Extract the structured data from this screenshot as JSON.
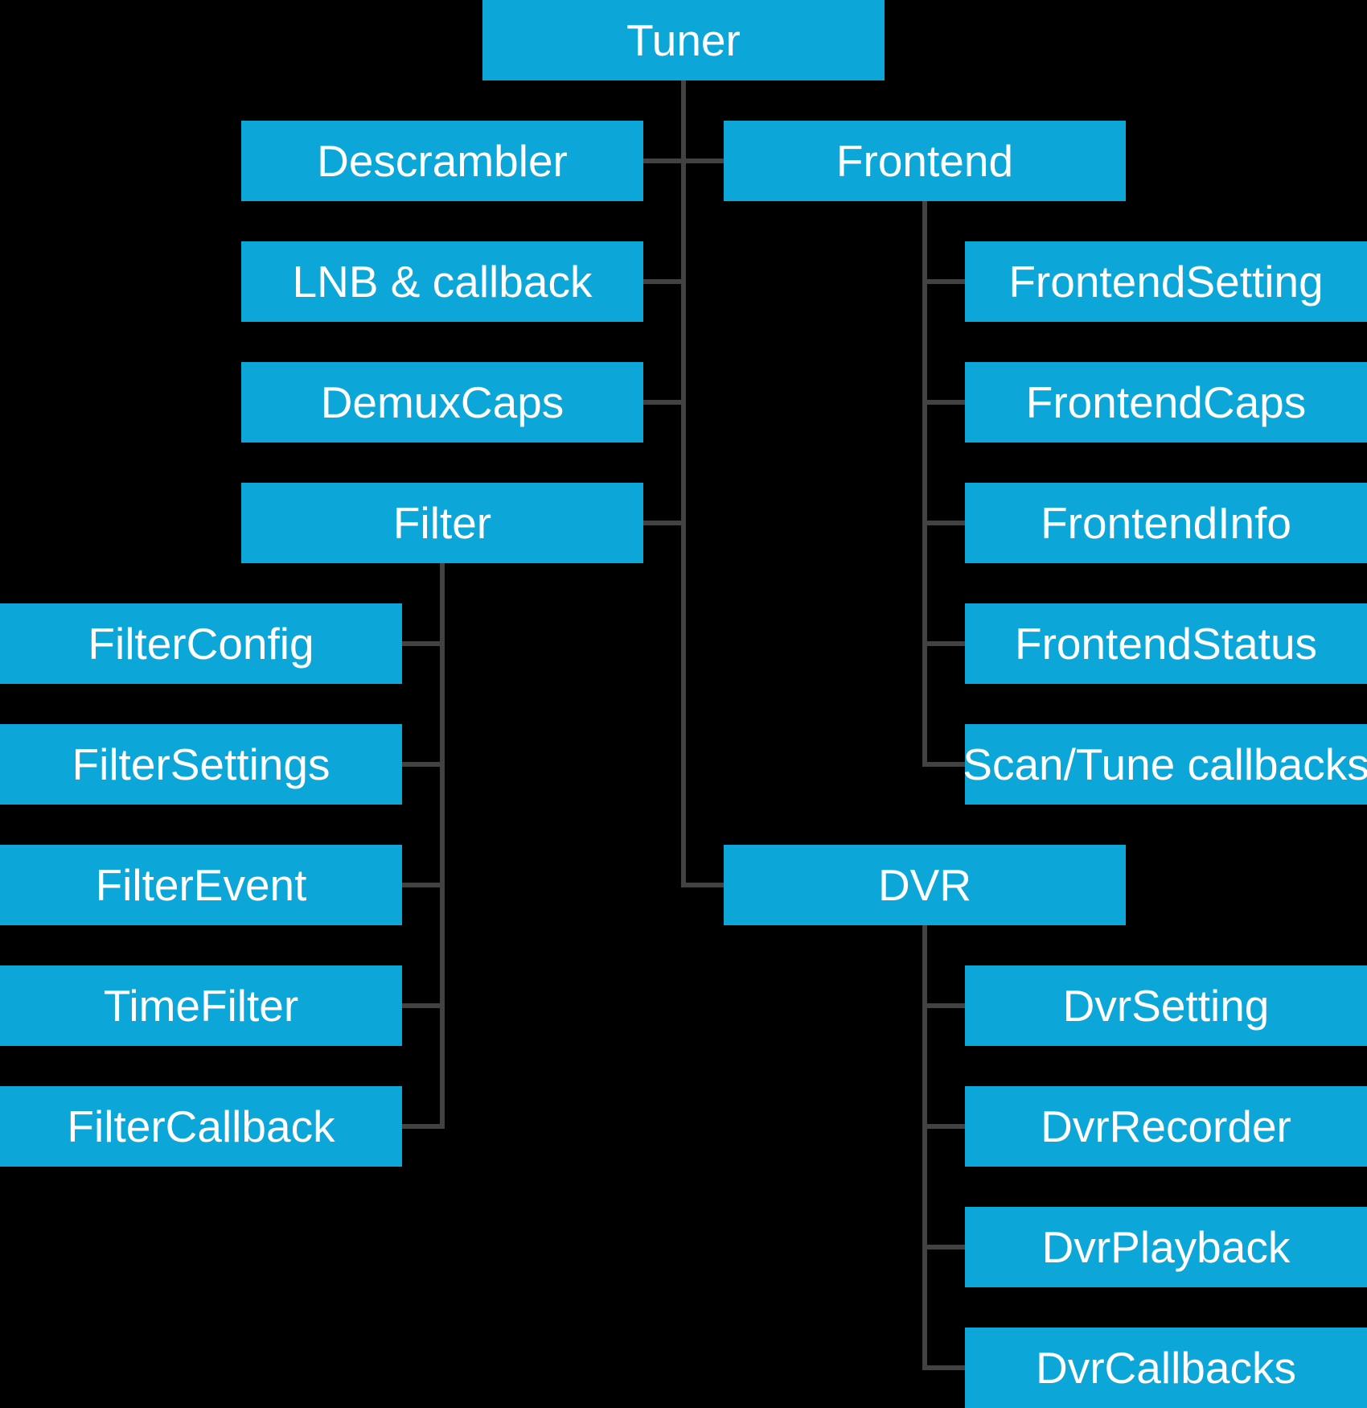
{
  "diagram": {
    "type": "tree",
    "colors": {
      "background": "#000000",
      "box_fill": "#0da6d8",
      "box_text": "#ffffff",
      "connector": "#424242"
    },
    "nodes": [
      {
        "id": "tuner",
        "label": "Tuner",
        "row": 0,
        "col": "center"
      },
      {
        "id": "descrambler",
        "label": "Descrambler",
        "row": 1,
        "col": "left2"
      },
      {
        "id": "frontend",
        "label": "Frontend",
        "row": 1,
        "col": "right2"
      },
      {
        "id": "lnb_callback",
        "label": "LNB & callback",
        "row": 2,
        "col": "left2"
      },
      {
        "id": "frontend_setting",
        "label": "FrontendSetting",
        "row": 2,
        "col": "right1"
      },
      {
        "id": "demux_caps",
        "label": "DemuxCaps",
        "row": 3,
        "col": "left2"
      },
      {
        "id": "frontend_caps",
        "label": "FrontendCaps",
        "row": 3,
        "col": "right1"
      },
      {
        "id": "filter",
        "label": "Filter",
        "row": 4,
        "col": "left2"
      },
      {
        "id": "frontend_info",
        "label": "FrontendInfo",
        "row": 4,
        "col": "right1"
      },
      {
        "id": "filter_config",
        "label": "FilterConfig",
        "row": 5,
        "col": "left1"
      },
      {
        "id": "frontend_status",
        "label": "FrontendStatus",
        "row": 5,
        "col": "right1"
      },
      {
        "id": "filter_settings",
        "label": "FilterSettings",
        "row": 6,
        "col": "left1"
      },
      {
        "id": "scan_tune_callbacks",
        "label": "Scan/Tune callbacks",
        "row": 6,
        "col": "right1"
      },
      {
        "id": "filter_event",
        "label": "FilterEvent",
        "row": 7,
        "col": "left1"
      },
      {
        "id": "dvr",
        "label": "DVR",
        "row": 7,
        "col": "right2"
      },
      {
        "id": "time_filter",
        "label": "TimeFilter",
        "row": 8,
        "col": "left1"
      },
      {
        "id": "dvr_setting",
        "label": "DvrSetting",
        "row": 8,
        "col": "right1"
      },
      {
        "id": "filter_callback",
        "label": "FilterCallback",
        "row": 9,
        "col": "left1"
      },
      {
        "id": "dvr_recorder",
        "label": "DvrRecorder",
        "row": 9,
        "col": "right1"
      },
      {
        "id": "dvr_playback",
        "label": "DvrPlayback",
        "row": 10,
        "col": "right1"
      },
      {
        "id": "dvr_callbacks",
        "label": "DvrCallbacks",
        "row": 11,
        "col": "right1"
      }
    ],
    "edges": [
      {
        "parent": "tuner",
        "children": [
          "descrambler",
          "frontend",
          "lnb_callback",
          "demux_caps",
          "filter",
          "dvr"
        ]
      },
      {
        "parent": "filter",
        "children": [
          "filter_config",
          "filter_settings",
          "filter_event",
          "time_filter",
          "filter_callback"
        ]
      },
      {
        "parent": "frontend",
        "children": [
          "frontend_setting",
          "frontend_caps",
          "frontend_info",
          "frontend_status",
          "scan_tune_callbacks"
        ]
      },
      {
        "parent": "dvr",
        "children": [
          "dvr_setting",
          "dvr_recorder",
          "dvr_playback",
          "dvr_callbacks"
        ]
      }
    ]
  }
}
